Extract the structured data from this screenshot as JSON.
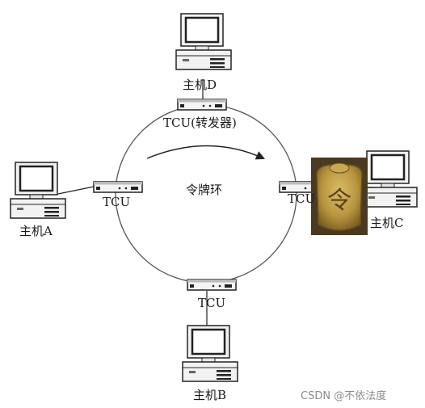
{
  "diagram": {
    "ring_label": "令牌环",
    "tcu_label": "TCU",
    "tcu_top_label": "TCU(转发器)",
    "hosts": {
      "a": "主机A",
      "b": "主机B",
      "c": "主机C",
      "d": "主机D"
    },
    "token_image_text": "令"
  },
  "watermark": "CSDN @不依法度",
  "colors": {
    "ring": "#555555",
    "device_stroke": "#222222",
    "token_gold": "#b8963e",
    "token_bg": "#4a3a22"
  }
}
